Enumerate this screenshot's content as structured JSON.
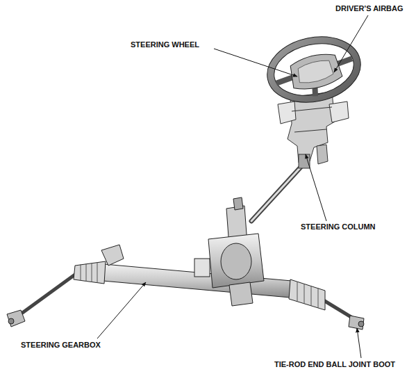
{
  "diagram": {
    "labels": [
      "DRIVER'S AIRBAG",
      "STEERING WHEEL",
      "STEERING COLUMN",
      "STEERING GEARBOX",
      "TIE-ROD END BALL JOINT BOOT"
    ]
  }
}
